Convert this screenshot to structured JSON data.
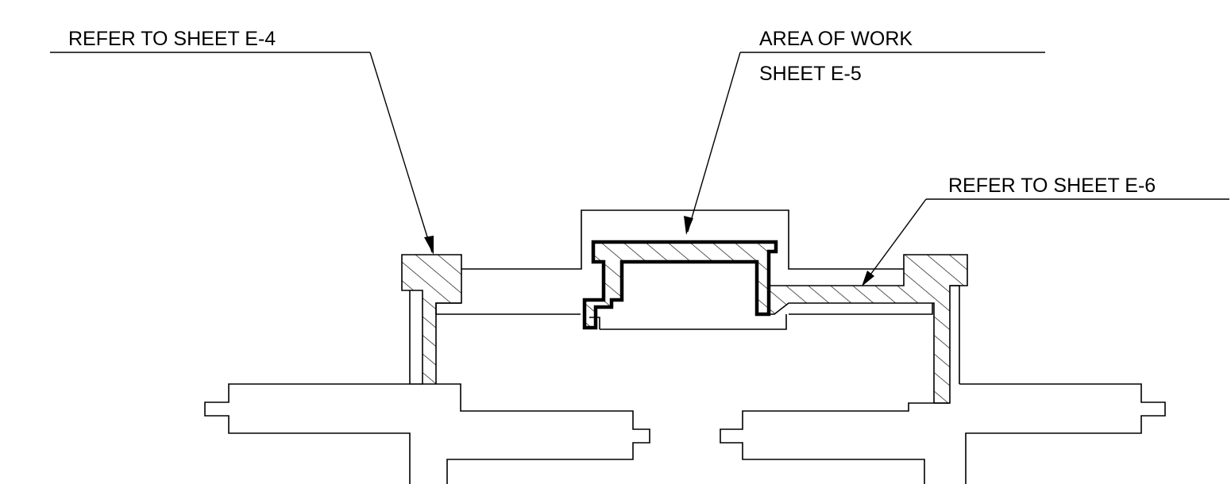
{
  "labels": {
    "left": "REFER TO SHEET E-4",
    "center_line1": "AREA OF WORK",
    "center_line2": "SHEET E-5",
    "right": "REFER TO SHEET E-6"
  },
  "colors": {
    "line": "#000000",
    "background": "#ffffff"
  }
}
